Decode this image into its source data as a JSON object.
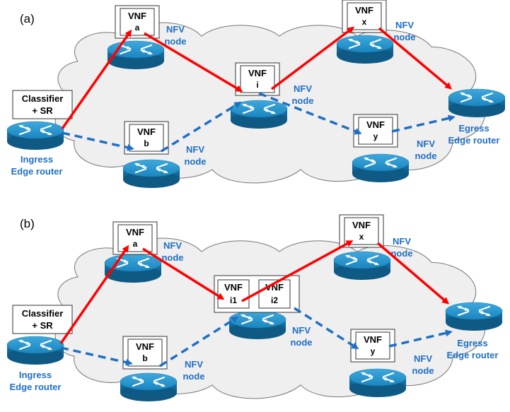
{
  "colors": {
    "sr_path": "#ff0000",
    "alt_path": "#1f6fc5",
    "label_blue": "#1f6fc5",
    "router_blue": "#1a8cc4",
    "cloud_fill": "#efefef"
  },
  "panel_a": {
    "label": "(a)",
    "classifier_line1": "Classifier",
    "classifier_line2": "+ SR",
    "ingress_line1": "Ingress",
    "ingress_line2": "Edge router",
    "egress_line1": "Egress",
    "egress_line2": "Edge router",
    "vnf_a": {
      "title": "VNF",
      "sub": "a"
    },
    "vnf_b": {
      "title": "VNF",
      "sub": "b"
    },
    "vnf_i": {
      "title": "VNF",
      "sub": "i"
    },
    "vnf_x": {
      "title": "VNF",
      "sub": "x"
    },
    "vnf_y": {
      "title": "VNF",
      "sub": "y"
    },
    "nfv_line1": "NFV",
    "nfv_line2": "node"
  },
  "panel_b": {
    "label": "(b)",
    "classifier_line1": "Classifier",
    "classifier_line2": "+ SR",
    "ingress_line1": "Ingress",
    "ingress_line2": "Edge router",
    "egress_line1": "Egress",
    "egress_line2": "Edge router",
    "vnf_a": {
      "title": "VNF",
      "sub": "a"
    },
    "vnf_b": {
      "title": "VNF",
      "sub": "b"
    },
    "vnf_i1": {
      "title": "VNF",
      "sub": "i1"
    },
    "vnf_i2": {
      "title": "VNF",
      "sub": "i2"
    },
    "vnf_x": {
      "title": "VNF",
      "sub": "x"
    },
    "vnf_y": {
      "title": "VNF",
      "sub": "y"
    },
    "nfv_line1": "NFV",
    "nfv_line2": "node"
  }
}
